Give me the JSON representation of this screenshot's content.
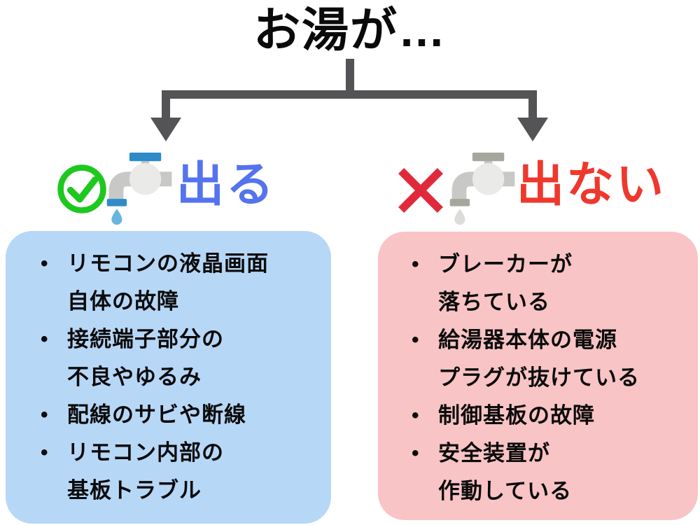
{
  "title": "お湯が…",
  "bullet": "•",
  "branches": {
    "left": {
      "label": "出る",
      "status_icon": "check-circle-icon",
      "faucet_icon": "faucet-dripping-icon",
      "items": [
        {
          "lines": [
            "リモコンの液晶画面",
            "自体の故障"
          ]
        },
        {
          "lines": [
            "接続端子部分の",
            "不良やゆるみ"
          ]
        },
        {
          "lines": [
            "配線のサビや断線"
          ]
        },
        {
          "lines": [
            "リモコン内部の",
            "基板トラブル"
          ]
        }
      ]
    },
    "right": {
      "label": "出ない",
      "status_icon": "cross-icon",
      "faucet_icon": "faucet-dripping-icon",
      "items": [
        {
          "lines": [
            "ブレーカーが",
            "落ちている"
          ]
        },
        {
          "lines": [
            "給湯器本体の電源",
            "プラグが抜けている"
          ]
        },
        {
          "lines": [
            "制御基板の故障"
          ]
        },
        {
          "lines": [
            "安全装置が",
            "作動している"
          ]
        }
      ]
    }
  },
  "colors": {
    "title_text": "#0a0a0a",
    "connector_gray": "#545457",
    "left_label_blue": "#5573EE",
    "right_label_red": "#EF382D",
    "left_box_bg": "#B7D7F7",
    "right_box_bg": "#F9C4C6",
    "check_green": "#1EC81E",
    "cross_red": "#E0293A",
    "faucet_handle_blue": "#2E8BC8",
    "water_drop_blue": "#67B7DD",
    "faucet_handle_gray": "#A6A79C",
    "water_drop_gray": "#DCDCDA",
    "faucet_pipe_gray": "#C8C8C6",
    "faucet_body_gray": "#EAEAE8"
  }
}
